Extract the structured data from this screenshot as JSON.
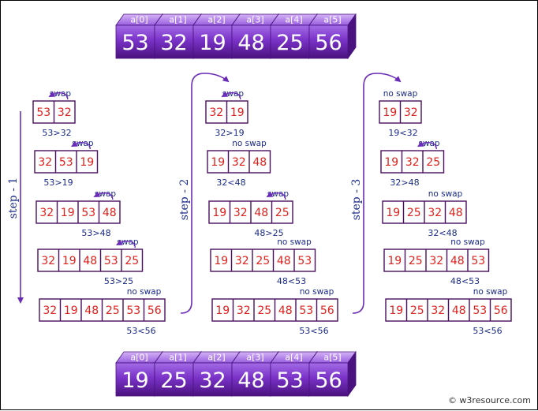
{
  "diagram": {
    "initial_array": {
      "labels": [
        "a[0]",
        "a[1]",
        "a[2]",
        "a[3]",
        "a[4]",
        "a[5]"
      ],
      "values": [
        "53",
        "32",
        "19",
        "48",
        "25",
        "56"
      ]
    },
    "final_array": {
      "labels": [
        "a[0]",
        "a[1]",
        "a[2]",
        "a[3]",
        "a[4]",
        "a[5]"
      ],
      "values": [
        "19",
        "25",
        "32",
        "48",
        "53",
        "56"
      ]
    },
    "steps": [
      {
        "label": "step - 1",
        "rows": [
          {
            "values": [
              "53",
              "32"
            ],
            "status": "swap",
            "compare": "53>32"
          },
          {
            "values": [
              "32",
              "53",
              "19"
            ],
            "status": "swap",
            "compare": "53>19"
          },
          {
            "values": [
              "32",
              "19",
              "53",
              "48"
            ],
            "status": "swap",
            "compare": "53>48"
          },
          {
            "values": [
              "32",
              "19",
              "48",
              "53",
              "25"
            ],
            "status": "swap",
            "compare": "53>25"
          },
          {
            "values": [
              "32",
              "19",
              "48",
              "25",
              "53",
              "56"
            ],
            "status": "no swap",
            "compare": "53<56"
          }
        ]
      },
      {
        "label": "step - 2",
        "rows": [
          {
            "values": [
              "32",
              "19"
            ],
            "status": "swap",
            "compare": "32>19"
          },
          {
            "values": [
              "19",
              "32",
              "48"
            ],
            "status": "no swap",
            "compare": "32<48"
          },
          {
            "values": [
              "19",
              "32",
              "48",
              "25"
            ],
            "status": "swap",
            "compare": "48>25"
          },
          {
            "values": [
              "19",
              "32",
              "25",
              "48",
              "53"
            ],
            "status": "no swap",
            "compare": "48<53"
          },
          {
            "values": [
              "19",
              "32",
              "25",
              "48",
              "53",
              "56"
            ],
            "status": "no swap",
            "compare": "53<56"
          }
        ]
      },
      {
        "label": "step - 3",
        "rows": [
          {
            "values": [
              "19",
              "32"
            ],
            "status": "no swap",
            "compare": "19<32"
          },
          {
            "values": [
              "19",
              "32",
              "25"
            ],
            "status": "swap",
            "compare": "32>48"
          },
          {
            "values": [
              "19",
              "25",
              "32",
              "48"
            ],
            "status": "no swap",
            "compare": "32<48"
          },
          {
            "values": [
              "19",
              "25",
              "32",
              "48",
              "53"
            ],
            "status": "no swap",
            "compare": "48<53"
          },
          {
            "values": [
              "19",
              "25",
              "32",
              "48",
              "53",
              "56"
            ],
            "status": "no swap",
            "compare": "53<56"
          }
        ]
      }
    ],
    "watermark": "© w3resource.com",
    "colors": {
      "cube_face": "#7a32c8",
      "cube_dark": "#4a127e",
      "cube_light": "#b886f0",
      "cube_text": "#ffffff",
      "cell_border": "#4a0e5e",
      "cell_text": "#e0201c",
      "label_text": "#1a2a8a",
      "arrow": "#6a2cb8"
    }
  }
}
